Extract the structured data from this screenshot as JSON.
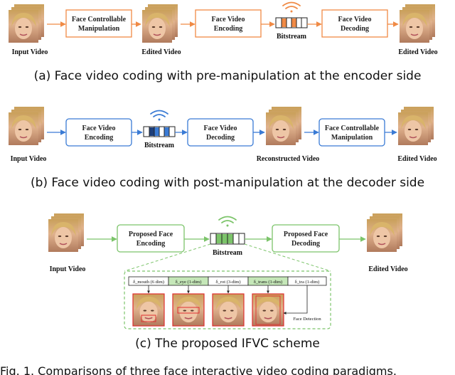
{
  "panel_a": {
    "input_label": "Input Video",
    "box1": [
      "Face Controllable",
      "Manipulation"
    ],
    "edited_label": "Edited Video",
    "box2": [
      "Face Video",
      "Encoding"
    ],
    "bitstream_label": "Bitstream",
    "box3": [
      "Face Video",
      "Decoding"
    ],
    "edited_label2": "Edited Video",
    "caption": "(a) Face video coding with pre-manipulation at the encoder side",
    "accent": "#f08a45"
  },
  "panel_b": {
    "input_label": "Input Video",
    "box1": [
      "Face Video",
      "Encoding"
    ],
    "bitstream_label": "Bitstream",
    "box2": [
      "Face Video",
      "Decoding"
    ],
    "recon_label": "Reconstructed Video",
    "box3": [
      "Face Controllable",
      "Manipulation"
    ],
    "edited_label": "Edited Video",
    "caption": "(b) Face video coding with post-manipulation at the decoder side",
    "accent": "#3a7bd5"
  },
  "panel_c": {
    "input_label": "Input Video",
    "box1": [
      "Proposed Face",
      "Encoding"
    ],
    "bitstream_label": "Bitstream",
    "box2": [
      "Proposed Face",
      "Decoding"
    ],
    "edited_label": "Edited Video",
    "fields": [
      "δ_mouth (6 dim)",
      "δ_eye (1-dim)",
      "δ_rot (3-dim)",
      "δ_trans (1-dim)",
      "δ_tra (1-dim)"
    ],
    "face_detection_label": "Face Detection",
    "caption": "(c) The proposed IFVC scheme",
    "accent": "#7cc46a"
  },
  "figure_caption": "Fig. 1. Comparisons of three face interactive video coding paradigms."
}
